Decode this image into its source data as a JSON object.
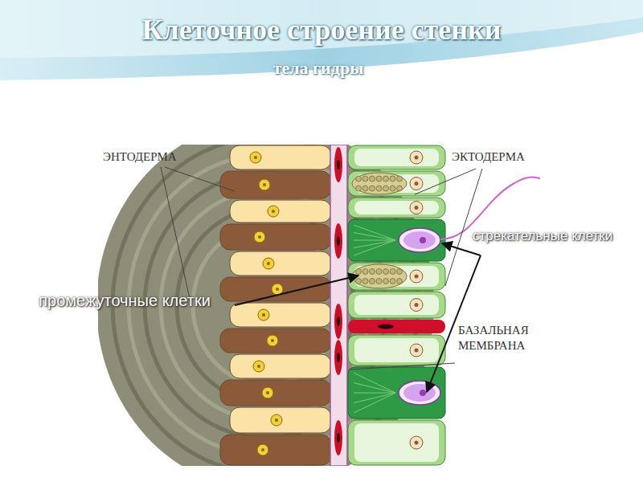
{
  "diagram": {
    "title": "Клеточное строение стенки",
    "labels": [
      "тела гидры",
      "ЭНТОДЕРМА",
      "ЭКТОДЕРМА",
      "стрекательные клетки",
      "промежуточные клетки",
      "БАЗАЛЬНАЯ МЕМБРАНА"
    ]
  }
}
